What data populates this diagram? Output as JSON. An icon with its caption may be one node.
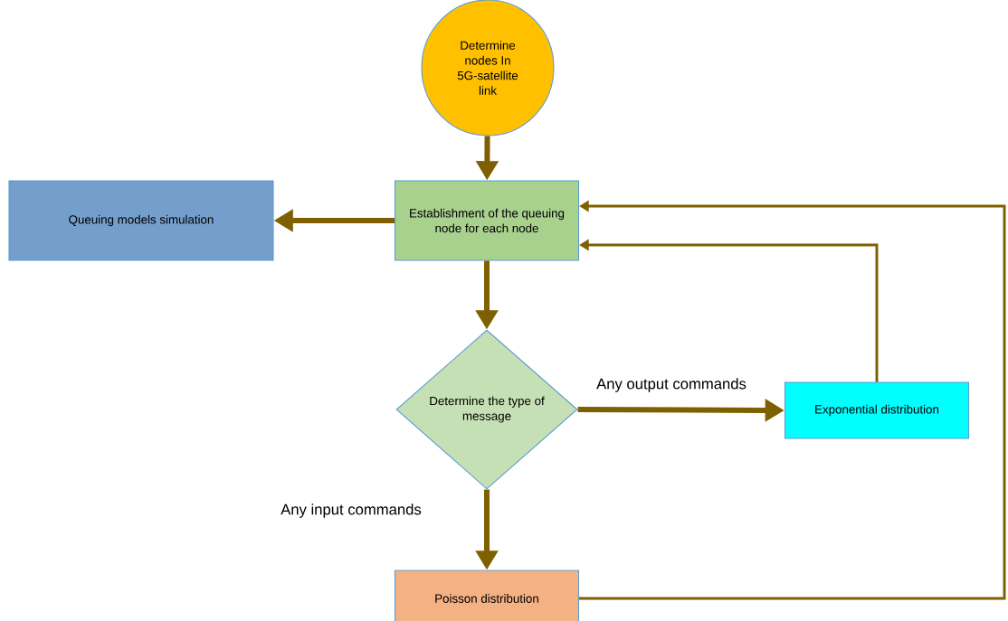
{
  "diagram": {
    "nodes": [
      {
        "text": [
          "Determine nodes In 5G-satellite link"
        ]
      },
      {
        "text": [
          "Establishment of the queuing node for each node"
        ]
      },
      {
        "text": [
          "Queuing models simulation"
        ]
      },
      {
        "text": [
          "Determine the type of message"
        ]
      },
      {
        "text": [
          "Exponential distribution"
        ]
      },
      {
        "text": [
          "Poisson distribution"
        ]
      }
    ],
    "edges": [
      {
        "from": 0,
        "to": 1,
        "arrow": "to"
      },
      {
        "from": 1,
        "to": 2,
        "arrow": "to"
      },
      {
        "from": 1,
        "to": 3,
        "arrow": "to"
      },
      {
        "from": 3,
        "to": 4,
        "arrow": "to",
        "label": "Any output commands"
      },
      {
        "from": 3,
        "to": 5,
        "arrow": "to",
        "label": "Any input commands"
      },
      {
        "from": 4,
        "to": 1,
        "arrow": "to"
      },
      {
        "from": 5,
        "to": 1,
        "arrow": "to"
      }
    ]
  }
}
